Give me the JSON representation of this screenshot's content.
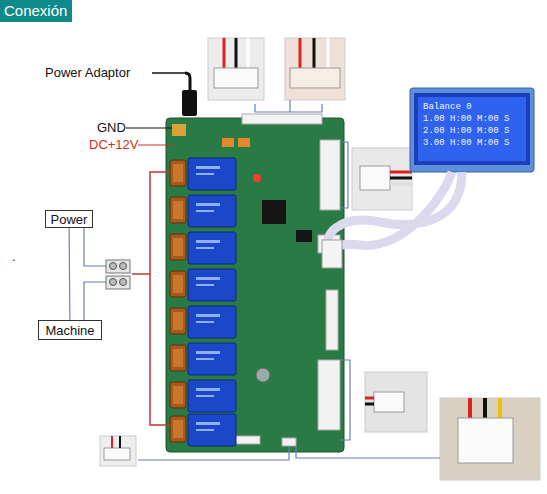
{
  "diagram": {
    "title": "Conexión",
    "nodes": [
      {
        "text": [
          "Power"
        ]
      },
      {
        "text": [
          "Machine"
        ]
      },
      {
        "text": [
          "Balance 0",
          "1.00 H:00 M:00 S",
          "2.00 H:00 M:00 S",
          "3.00 H:00 M:00 S"
        ]
      }
    ],
    "edges": [
      {
        "from": 0,
        "to": 1,
        "arrow": "none"
      }
    ],
    "labels": [
      "Power Adaptor",
      "GND",
      "DC+12V",
      "."
    ]
  }
}
